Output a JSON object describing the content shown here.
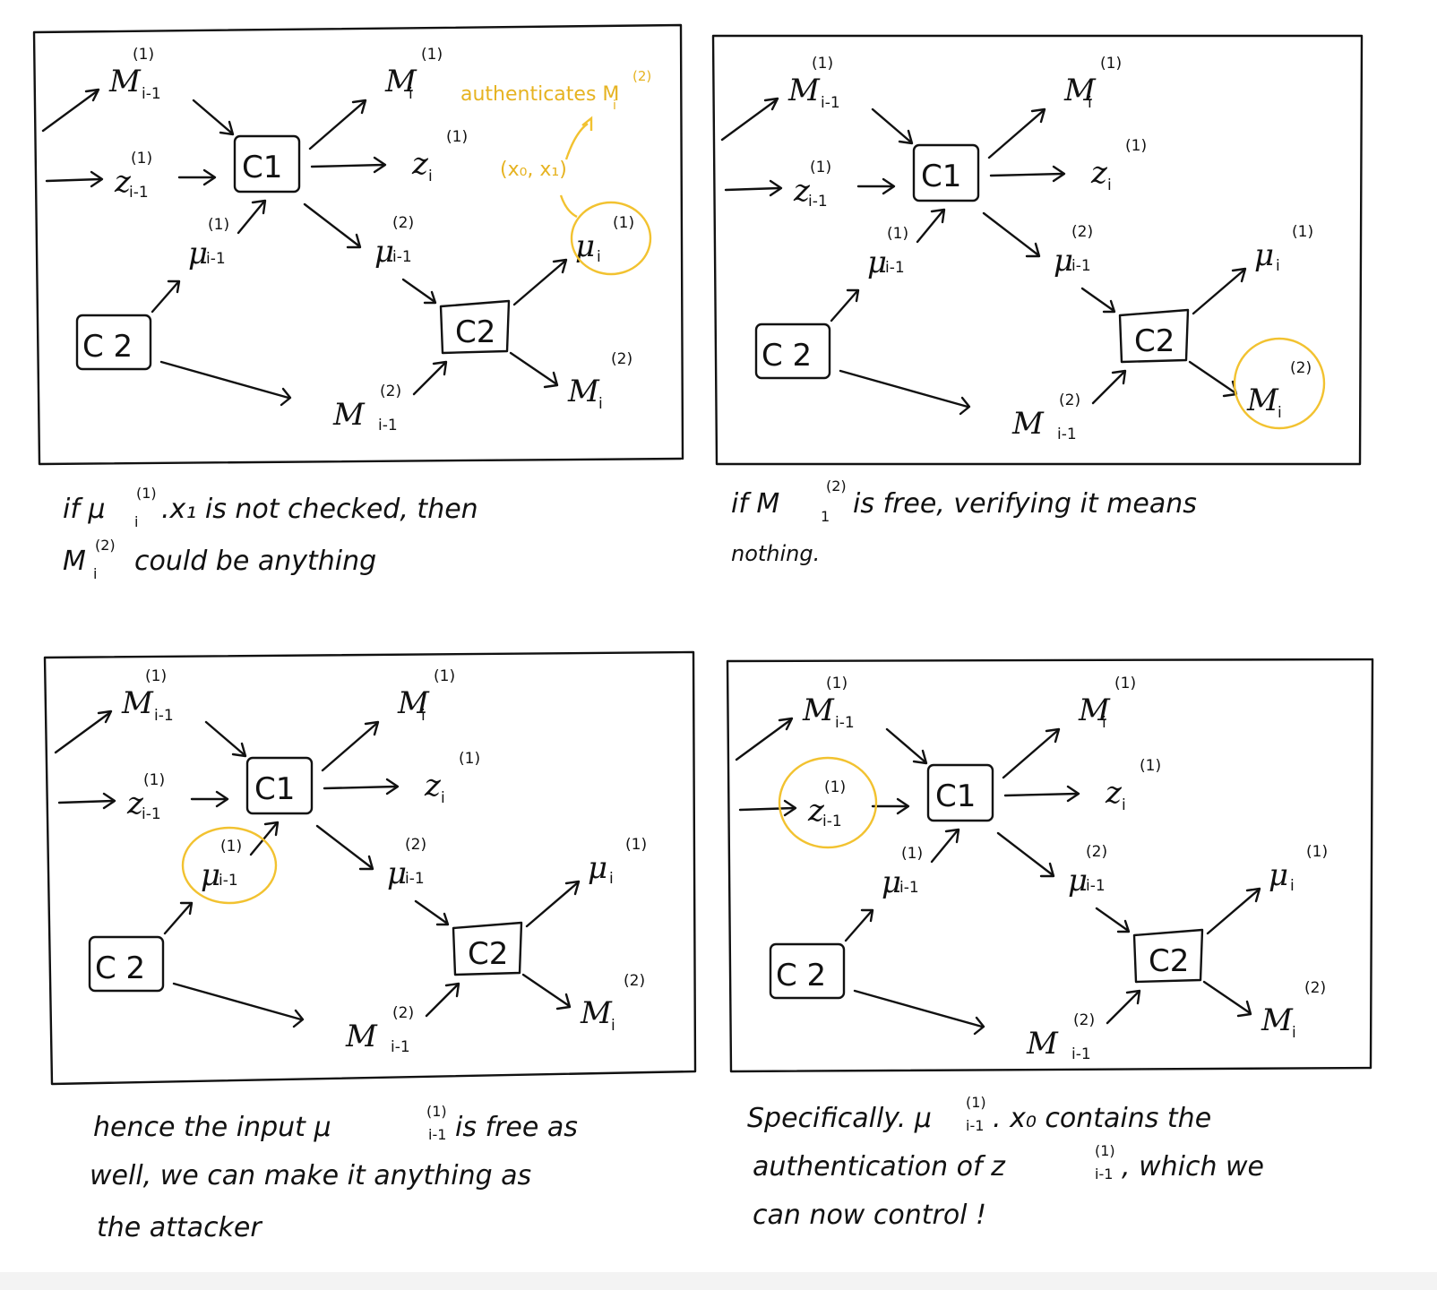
{
  "labels": {
    "m_prev": "M",
    "m_prev_sub": "i-1",
    "m_prev_sup": "(1)",
    "m_out": "M",
    "m_out_sub": "i",
    "m_out_sup": "(1)",
    "z_prev": "z",
    "z_prev_sub": "i-1",
    "z_prev_sup": "(1)",
    "z_out": "z",
    "z_out_sub": "i",
    "z_out_sup": "(1)",
    "mu_in1": "μ",
    "mu_in1_sub": "i-1",
    "mu_in1_sup": "(1)",
    "mu_in2": "μ",
    "mu_in2_sub": "i-1",
    "mu_in2_sup": "(2)",
    "mu_out": "μ",
    "mu_out_sub": "i",
    "mu_out_sup": "(1)",
    "M2_prev": "M",
    "M2_prev_sub": "i-1",
    "M2_prev_sup": "(2)",
    "M2_out": "M",
    "M2_out_sub": "i",
    "M2_out_sup": "(2)",
    "c1": "C1",
    "c2": "C2",
    "c2_node": "C 2"
  },
  "annotation": {
    "authenticates": "authenticates M",
    "authenticates_sub": "i",
    "authenticates_sup": "(2)",
    "pair": "(x₀, x₁)"
  },
  "captions": {
    "p1_line1a": "if  μ",
    "p1_line1_sup": "(1)",
    "p1_line1_sub": "i",
    "p1_line1b": ".x₁  is   not  checked,  then",
    "p1_line2a": "M",
    "p1_line2_sup": "(2)",
    "p1_line2_sub": "i",
    "p1_line2b": " could  be  anything",
    "p2_line1a": "if  M",
    "p2_line1_sup": "(2)",
    "p2_line1_sub": "1",
    "p2_line1b": "  is  free,  verifying it  means",
    "p2_line2": "nothing.",
    "p3_line1a": "hence  the  input  μ",
    "p3_line1_sup": "(1)",
    "p3_line1_sub": "i-1",
    "p3_line1b": "  is  free  as",
    "p3_line2": "well,   we   can   make it  anything  as",
    "p3_line3": "the  attacker",
    "p4_line1a": "Specifically.  μ",
    "p4_line1_sup": "(1)",
    "p4_line1_sub": "i-1",
    "p4_line1b": ".  x₀   contains  the",
    "p4_line2a": "authentication   of   z",
    "p4_line2_sup": "(1)",
    "p4_line2_sub": "i-1",
    "p4_line2b": " ,  which  we",
    "p4_line3": "can  now  control !"
  },
  "highlight_color": "#f2c230"
}
